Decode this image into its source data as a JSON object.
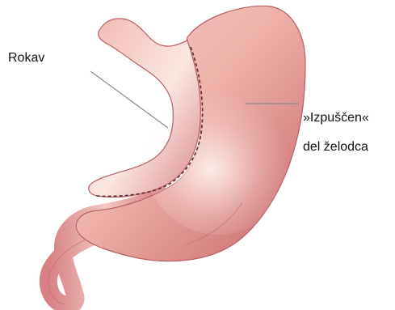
{
  "labels": {
    "pouch": "Rokav",
    "bypassed_line1": "»Izpuščen«",
    "bypassed_line2": "del želodca"
  },
  "colors": {
    "tissue_light": "#f7d6cf",
    "tissue_mid": "#e79a95",
    "tissue_dark": "#c8666c",
    "highlight": "#fff4ef",
    "staples": "#5a2a2f",
    "leader_line": "#8b8b8b"
  }
}
